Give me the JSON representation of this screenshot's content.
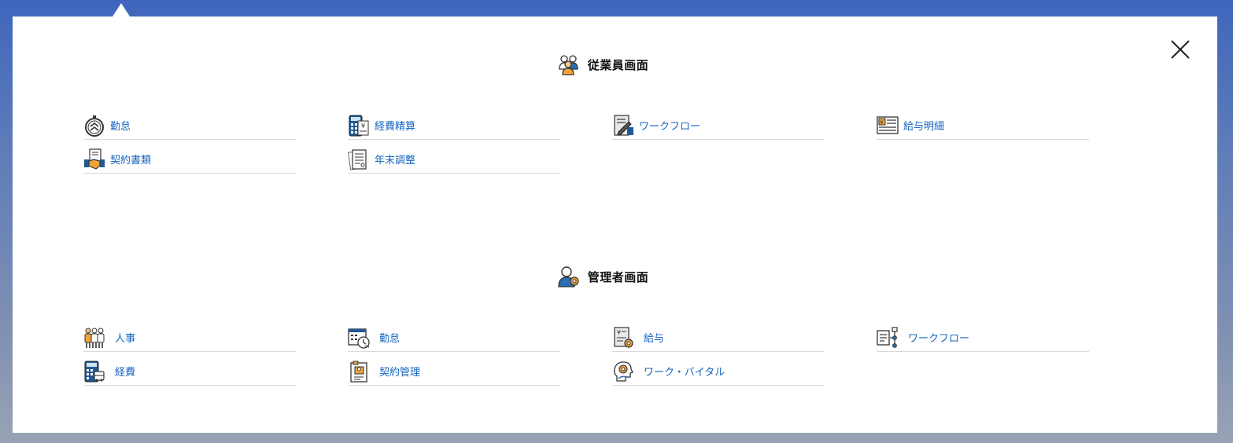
{
  "employee_section": {
    "title": "従業員画面",
    "icon": "employees-icon",
    "items": [
      {
        "label": "勤怠",
        "icon": "stopwatch-icon"
      },
      {
        "label": "経費精算",
        "icon": "calculator-receipt-icon"
      },
      {
        "label": "ワークフロー",
        "icon": "document-pen-icon"
      },
      {
        "label": "給与明細",
        "icon": "payslip-icon"
      },
      {
        "label": "契約書類",
        "icon": "handshake-contract-icon"
      },
      {
        "label": "年末調整",
        "icon": "year-end-forms-icon"
      }
    ]
  },
  "admin_section": {
    "title": "管理者画面",
    "icon": "admin-gear-icon",
    "items": [
      {
        "label": "人事",
        "icon": "people-icon"
      },
      {
        "label": "勤怠",
        "icon": "calendar-clock-icon"
      },
      {
        "label": "給与",
        "icon": "document-yen-gear-icon"
      },
      {
        "label": "ワークフロー",
        "icon": "flow-steps-icon"
      },
      {
        "label": "経費",
        "icon": "calculator-bus-icon"
      },
      {
        "label": "契約管理",
        "icon": "contract-folder-icon"
      },
      {
        "label": "ワーク・バイタル",
        "icon": "head-gear-icon"
      }
    ]
  },
  "close_icon": "close-icon"
}
